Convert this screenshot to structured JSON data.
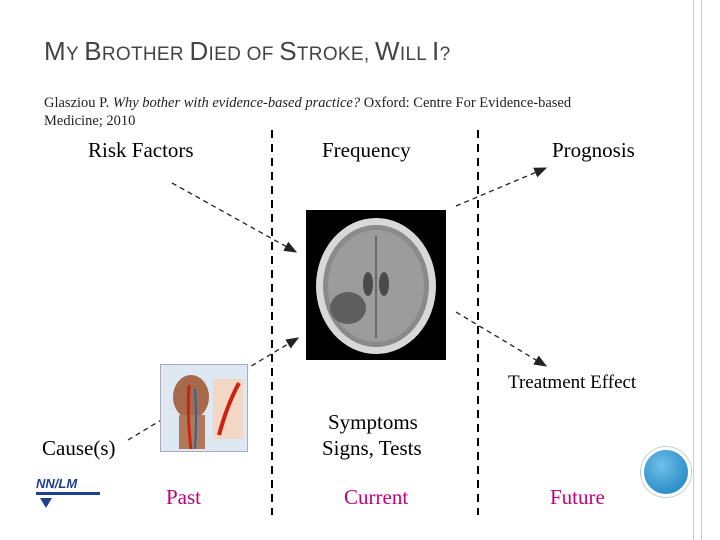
{
  "title": {
    "parts": [
      {
        "cap": "M",
        "rest": "y "
      },
      {
        "cap": "B",
        "rest": "rother "
      },
      {
        "cap": "D",
        "rest": "ied of "
      },
      {
        "cap": "S",
        "rest": "troke, "
      },
      {
        "cap": "W",
        "rest": "ill "
      },
      {
        "cap": "I",
        "rest": "?"
      }
    ]
  },
  "citation": {
    "author": "Glasziou P. ",
    "work": "Why bother with evidence-based practice?",
    "rest": " Oxford: Centre For Evidence-based Medicine; 2010"
  },
  "diagram": {
    "risk_factors": "Risk Factors",
    "frequency": "Frequency",
    "prognosis": "Prognosis",
    "treatment_effect": "Treatment Effect",
    "causes": "Cause(s)",
    "symptoms_line1": "Symptoms",
    "symptoms_line2": "Signs, Tests",
    "past": "Past",
    "current": "Current",
    "future": "Future"
  },
  "logo": {
    "text": "NN/LM"
  },
  "colors": {
    "time_labels": "#c0007a",
    "title": "#444444",
    "accent_circle": "#2f8fc8"
  }
}
